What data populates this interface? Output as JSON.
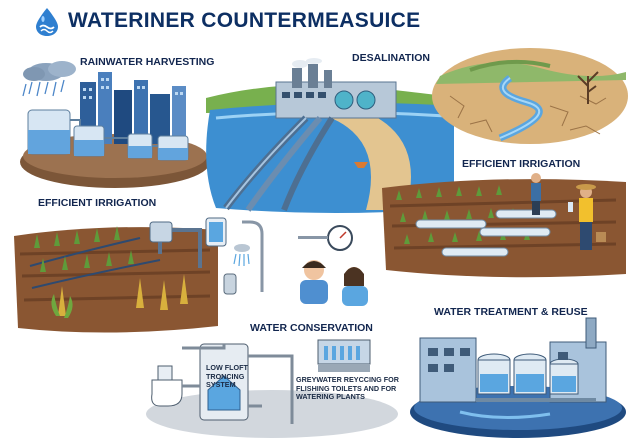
{
  "header": {
    "title": "WATERINER COUNTERMEASUICE",
    "icon": "water-drop-icon"
  },
  "sections": {
    "rainwater": {
      "label": "RAINWATER HARVESTING"
    },
    "desalination": {
      "label": "DESALINATION"
    },
    "irrigation_right": {
      "label": "EFFICIENT IRRIGATION"
    },
    "irrigation_left": {
      "label": "EFFICIENT IRRIGATION"
    },
    "conservation": {
      "label": "WATER CONSERVATION",
      "toilet_note": "LOW FLOFT TRONCING SYSTEM",
      "greywater_note": "GREYWATER REYCCING FOR FLISHING TOILETS AND FOR WATERING PLANTS"
    },
    "treatment": {
      "label": "WATER TREATMENT & REUSE"
    }
  },
  "colors": {
    "title": "#0d2f63",
    "water": "#3d8fd1",
    "soil": "#8a5632",
    "field_green": "#5f9b3a",
    "machinery": "#a9c3dc"
  }
}
